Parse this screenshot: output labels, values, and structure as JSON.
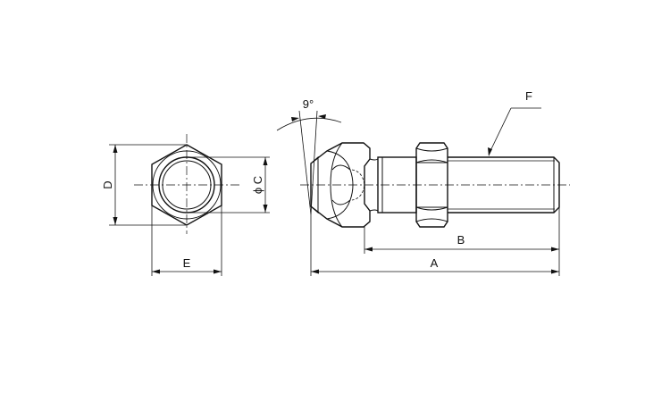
{
  "labels": {
    "dim_a": "A",
    "dim_b": "B",
    "dim_c": "ϕ C",
    "dim_d": "D",
    "dim_e": "E",
    "dim_f": "F",
    "angle": "9°"
  }
}
